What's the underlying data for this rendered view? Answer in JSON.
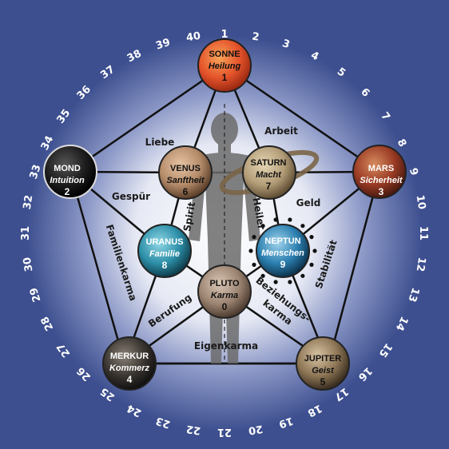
{
  "ring_numbers": [
    "1",
    "2",
    "3",
    "4",
    "5",
    "6",
    "7",
    "8",
    "9",
    "10",
    "11",
    "12",
    "13",
    "14",
    "15",
    "16",
    "17",
    "18",
    "19",
    "20",
    "21",
    "22",
    "23",
    "24",
    "25",
    "26",
    "27",
    "28",
    "29",
    "30",
    "31",
    "32",
    "33",
    "34",
    "35",
    "36",
    "37",
    "38",
    "39",
    "40"
  ],
  "planets": {
    "sonne": {
      "name": "SONNE",
      "keyword": "Heilung",
      "number": "1",
      "color": "#e4532a"
    },
    "mond": {
      "name": "MOND",
      "keyword": "Intuition",
      "number": "2",
      "color": "#222222"
    },
    "mars": {
      "name": "MARS",
      "keyword": "Sicherheit",
      "number": "3",
      "color": "#9a3b24"
    },
    "merkur": {
      "name": "MERKUR",
      "keyword": "Kommerz",
      "number": "4",
      "color": "#3a3530"
    },
    "jupiter": {
      "name": "JUPITER",
      "keyword": "Geist",
      "number": "5",
      "color": "#8d7555"
    },
    "venus": {
      "name": "VENUS",
      "keyword": "Sanftheit",
      "number": "6",
      "color": "#b58c6a"
    },
    "saturn": {
      "name": "SATURN",
      "keyword": "Macht",
      "number": "7",
      "color": "#b39d78"
    },
    "uranus": {
      "name": "URANUS",
      "keyword": "Familie",
      "number": "8",
      "color": "#2d8fa8"
    },
    "neptun": {
      "name": "NEPTUN",
      "keyword": "Menschen",
      "number": "9",
      "color": "#2b7fb0"
    },
    "pluto": {
      "name": "PLUTO",
      "keyword": "Karma",
      "number": "0",
      "color": "#9c8472"
    }
  },
  "labels": {
    "liebe": "Liebe",
    "arbeit": "Arbeit",
    "gespuer": "Gespür",
    "geld": "Geld",
    "spirit": "Spirit",
    "heiler": "Heiler",
    "familienkarma": "Familienkarma",
    "stabilitaet": "Stabilität",
    "berufung": "Berufung",
    "beziehungs": "Beziehungs-",
    "karma": "karma",
    "eigenkarma": "Eigenkarma"
  },
  "colors": {
    "background": "#3d4f8f",
    "glow": "#ffffff",
    "lines": "#111111",
    "ring_text": "#ffffff"
  }
}
